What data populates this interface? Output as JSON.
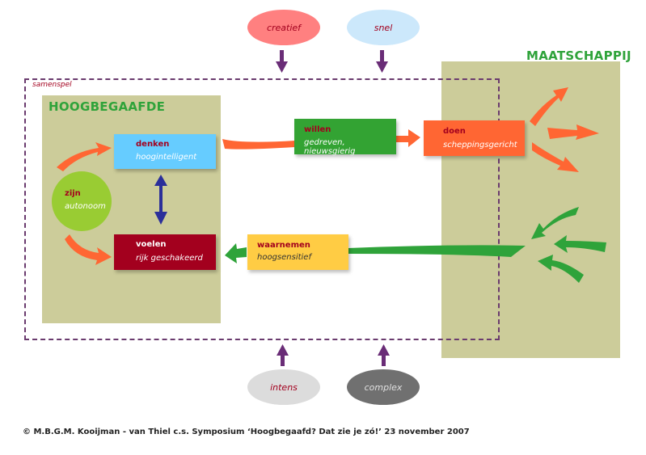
{
  "colors": {
    "panel": "#cccc9a",
    "green_title": "#2fa33a",
    "dash": "#6a3b6e",
    "arrow_orange": "#ff6633",
    "arrow_green": "#2fa33a",
    "arrow_purple": "#6a2d77",
    "arrow_blue": "#2b2f9a",
    "label_red": "#a3001e"
  },
  "top_inputs": [
    {
      "label": "creatief",
      "color": "#ff8080"
    },
    {
      "label": "snel",
      "color": "#cce8fb"
    }
  ],
  "bottom_inputs": [
    {
      "label": "intens",
      "color": "#dcdcdc"
    },
    {
      "label": "complex",
      "color": "#707070"
    }
  ],
  "samenspel_label": "samenspel",
  "hoogbegaafde": {
    "title": "HOOGBEGAAFDE",
    "zijn": {
      "label": "zijn",
      "sub": "autonoom",
      "color": "#99cc33"
    },
    "denken": {
      "label": "denken",
      "sub": "hoogintelligent",
      "color": "#66ccff"
    },
    "voelen": {
      "label": "voelen",
      "sub": "rijk geschakeerd",
      "color": "#a3001e"
    }
  },
  "willen": {
    "label": "willen",
    "sub": "gedreven, nieuwsgierig",
    "color": "#33a333"
  },
  "doen": {
    "label": "doen",
    "sub": "scheppingsgericht",
    "color": "#ff6633"
  },
  "waarnemen": {
    "label": "waarnemen",
    "sub": "hoogsensitief",
    "color": "#ffcc44"
  },
  "maatschappij": {
    "title": "MAATSCHAPPIJ"
  },
  "footer": "© M.B.G.M. Kooijman - van Thiel c.s.  Symposium ‘Hoogbegaafd? Dat zie je zó!’ 23 november 2007"
}
